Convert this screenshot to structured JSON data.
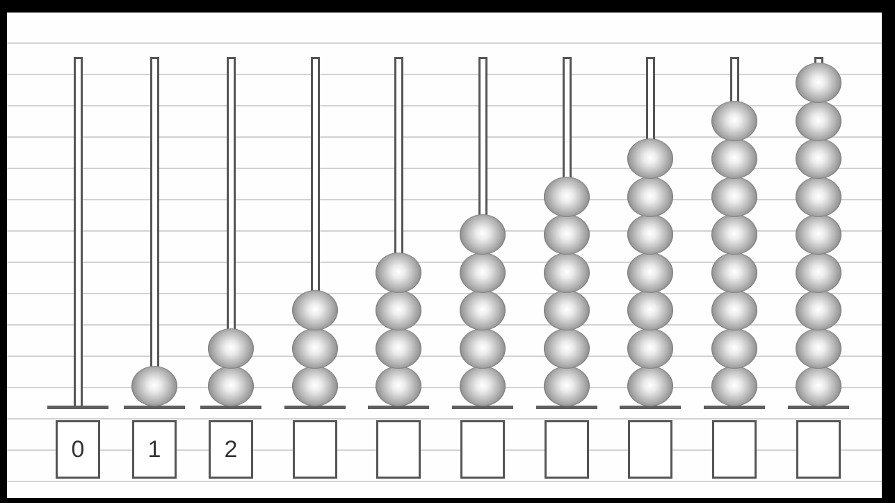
{
  "abacus": {
    "columns": [
      {
        "beads": 0,
        "label": "0"
      },
      {
        "beads": 1,
        "label": "1"
      },
      {
        "beads": 2,
        "label": "2"
      },
      {
        "beads": 3,
        "label": ""
      },
      {
        "beads": 4,
        "label": ""
      },
      {
        "beads": 5,
        "label": ""
      },
      {
        "beads": 6,
        "label": ""
      },
      {
        "beads": 7,
        "label": ""
      },
      {
        "beads": 8,
        "label": ""
      },
      {
        "beads": 9,
        "label": ""
      }
    ]
  },
  "colors": {
    "rod_border": "#555555",
    "bead": "#b9b9b9",
    "ruled_line": "#d2d2d2",
    "frame_border": "#000000"
  }
}
